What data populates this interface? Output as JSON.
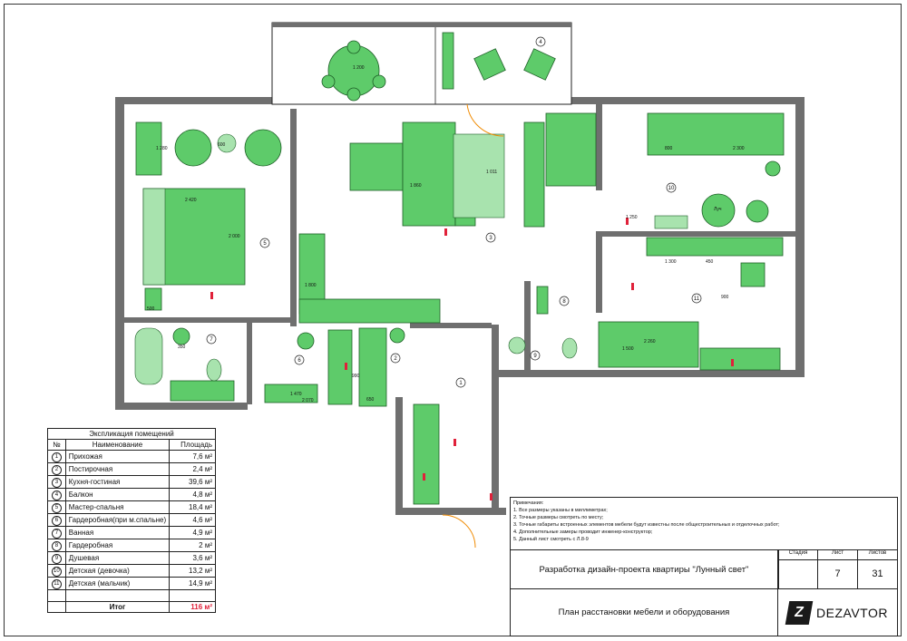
{
  "explication": {
    "caption": "Экспликация помещений",
    "headers": {
      "num": "№",
      "name": "Наименование",
      "area": "Площадь"
    },
    "rows": [
      {
        "num": "1",
        "name": "Прихожая",
        "area": "7,6 м²"
      },
      {
        "num": "2",
        "name": "Постирочная",
        "area": "2,4 м²"
      },
      {
        "num": "3",
        "name": "Кухня-гостиная",
        "area": "39,6 м²"
      },
      {
        "num": "4",
        "name": "Балкон",
        "area": "4,8 м²"
      },
      {
        "num": "5",
        "name": "Мастер-спальня",
        "area": "18,4 м²"
      },
      {
        "num": "6",
        "name": "Гардеробная(при м.спальне)",
        "area": "4,6 м²"
      },
      {
        "num": "7",
        "name": "Ванная",
        "area": "4,9 м²"
      },
      {
        "num": "8",
        "name": "Гардеробная",
        "area": "2 м²"
      },
      {
        "num": "9",
        "name": "Душевая",
        "area": "3,6 м²"
      },
      {
        "num": "10",
        "name": "Детская (девочка)",
        "area": "13,2 м²"
      },
      {
        "num": "11",
        "name": "Детская (мальчик)",
        "area": "14,9 м²"
      }
    ],
    "total_label": "Итог",
    "total_area": "116 м²"
  },
  "notes": {
    "title": "Примечания:",
    "items": [
      "1. Все размеры указаны в миллиметрах;",
      "2. Точные размеры смотреть по месту;",
      "3. Точные габариты встроенных элементов мебели будут известны после общестроительных и отделочных работ;",
      "4. Дополнительные замеры проводит инженер-конструктор;",
      "5. Данный лист смотреть с Л.8-9"
    ]
  },
  "title_block": {
    "project": "Разработка дизайн-проекта квартиры \"Лунный свет\"",
    "sheet_title": "План расстановки мебели и оборудования",
    "stage_label": "Стадия",
    "sheet_label": "Лист",
    "sheets_label": "Листов",
    "stage_value": "",
    "sheet_value": "7",
    "sheets_value": "31",
    "logo_text": "DEZAVTOR"
  },
  "plan_labels": {
    "room_numbers": [
      "1",
      "2",
      "3",
      "4",
      "5",
      "6",
      "7",
      "8",
      "9",
      "10",
      "11"
    ],
    "dimensions": [
      "1 200",
      "2 420",
      "2 000",
      "600",
      "1 280",
      "800",
      "2 300",
      "1 300",
      "450",
      "1 500",
      "2 260",
      "500",
      "350",
      "1 470",
      "2 070",
      "1 800",
      "990",
      "650",
      "1 011",
      "1 860",
      "1 250",
      "900",
      "Луч"
    ]
  },
  "colors": {
    "furniture": "#5ecb6a",
    "furniture_light": "#a8e3ae",
    "walls": "#6f6f6f",
    "markers": "#e0213a",
    "doors": "#f08a00"
  }
}
